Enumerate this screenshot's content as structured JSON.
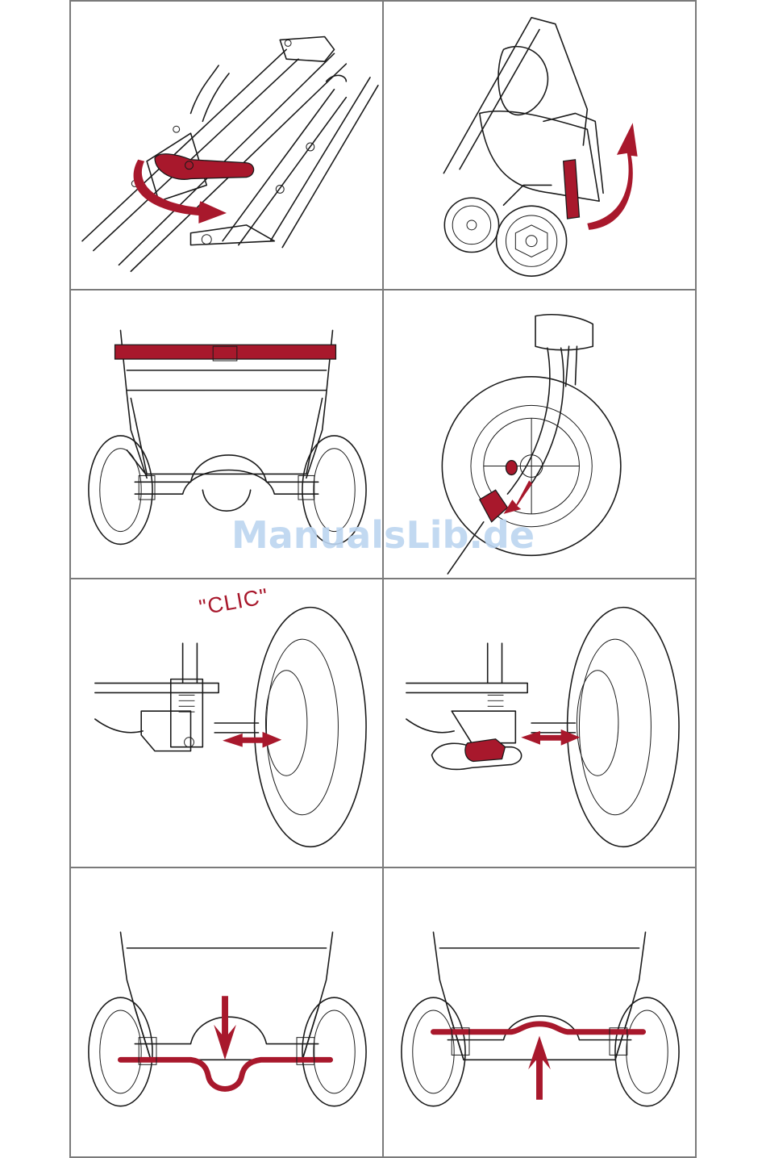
{
  "panels": [
    {
      "id": 1,
      "label": "fold-lever"
    },
    {
      "id": 2,
      "label": "folded-stroller"
    },
    {
      "id": 3,
      "label": "basket-strap"
    },
    {
      "id": 4,
      "label": "front-wheel-release"
    },
    {
      "id": 5,
      "label": "rear-wheel-click",
      "text": "\"CLIC\""
    },
    {
      "id": 6,
      "label": "rear-wheel-remove"
    },
    {
      "id": 7,
      "label": "brake-bar-down"
    },
    {
      "id": 8,
      "label": "brake-bar-up"
    }
  ],
  "watermark": "ManualsLib.de",
  "colors": {
    "accent": "#a8182c",
    "border": "#7a7a7a",
    "line": "#1a1a1a",
    "watermark": "#bcd5f0"
  }
}
